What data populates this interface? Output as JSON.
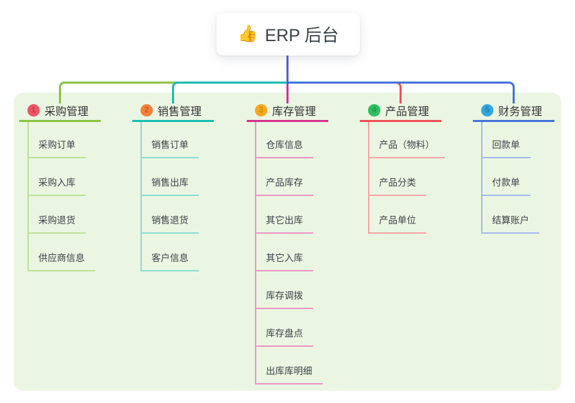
{
  "root": {
    "icon": "👍",
    "label": "ERP 后台"
  },
  "colors": {
    "panel_bg": "#EAF6E2",
    "root_line": "#575CD6",
    "title_text": "#333333",
    "child_text": "#3C4147",
    "root_text": "#3A3F48"
  },
  "branches": [
    {
      "badge": "1",
      "badge_bg": "#ED5565",
      "badge_fg": "#BE3E4F",
      "line_color": "#89C442",
      "line_light": "#BCDF97",
      "title": "采购管理",
      "children": [
        "采购订单",
        "采购入库",
        "采购退货",
        "供应商信息"
      ]
    },
    {
      "badge": "2",
      "badge_bg": "#F4813C",
      "badge_fg": "#CE5F1A",
      "line_color": "#16BDB0",
      "line_light": "#8ADCD2",
      "title": "销售管理",
      "children": [
        "销售订单",
        "销售出库",
        "销售退货",
        "客户信息"
      ]
    },
    {
      "badge": "3",
      "badge_bg": "#F6A821",
      "badge_fg": "#D1880B",
      "line_color": "#D5308E",
      "line_light": "#EC93C6",
      "title": "库存管理",
      "children": [
        "仓库信息",
        "产品库存",
        "其它出库",
        "其它入库",
        "库存调拨",
        "库存盘点",
        "出库库明细"
      ]
    },
    {
      "badge": "4",
      "badge_bg": "#2EBE61",
      "badge_fg": "#1D9A4B",
      "line_color": "#EF5059",
      "line_light": "#F7A3A8",
      "title": "产品管理",
      "children": [
        "产品（物料）",
        "产品分类",
        "产品单位"
      ]
    },
    {
      "badge": "5",
      "badge_bg": "#33A7DC",
      "badge_fg": "#1A7FBC",
      "line_color": "#4472DB",
      "line_light": "#A4B8EB",
      "title": "财务管理",
      "children": [
        "回款单",
        "付款单",
        "结算账户"
      ]
    }
  ]
}
